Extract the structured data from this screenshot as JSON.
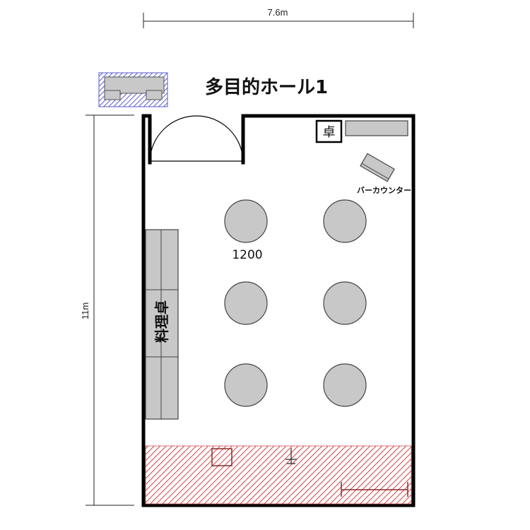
{
  "title": "多目的ホール1",
  "dimensions": {
    "width_label": "7.6m",
    "height_label": "11m"
  },
  "labels": {
    "table_size": "1200",
    "cooking_table": "料理卓",
    "small_table": "卓",
    "bar_counter": "バーカウンター"
  },
  "round_tables": {
    "count": 6
  },
  "colors": {
    "wall": "#000000",
    "furniture_fill": "#c8c8c8",
    "stage_hatch": "#d05050",
    "storage_hatch": "#5a5ad2"
  }
}
